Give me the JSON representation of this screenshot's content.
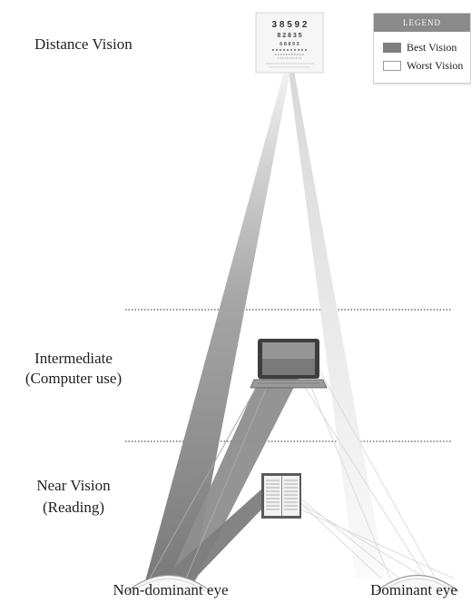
{
  "labels": {
    "distance": "Distance Vision",
    "intermediate_line1": "Intermediate",
    "intermediate_line2": "(Computer use)",
    "near_line1": "Near Vision",
    "near_line2": "(Reading)",
    "left_eye": "Non-dominant eye",
    "right_eye": "Dominant eye"
  },
  "legend": {
    "title": "LEGEND",
    "items": [
      {
        "label": "Best Vision",
        "color": "#7f7f7f"
      },
      {
        "label": "Worst Vision",
        "color": "#ffffff"
      }
    ]
  },
  "eye_chart": {
    "rows": [
      "3 8 5 9 2",
      "8 2 8 3 5",
      "6 8 8 9 3"
    ]
  },
  "colors": {
    "best": "#7f7f7f",
    "worst": "#ececec",
    "divider": "#555555"
  }
}
